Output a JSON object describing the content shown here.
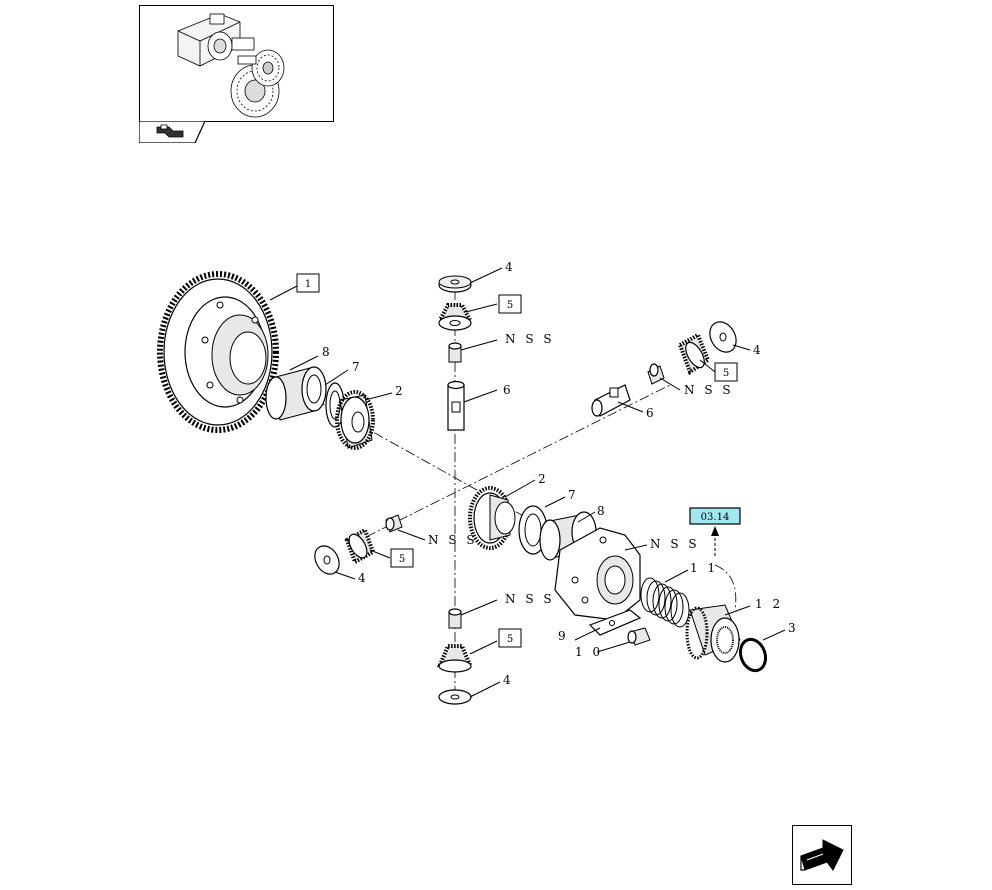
{
  "navigation": {
    "thumbnail_icon": "assembly-thumbnail-icon",
    "prev_icon": "back-arrow-icon",
    "next_icon": "next-page-arrow-icon"
  },
  "callouts": {
    "c1": "1",
    "c8a": "8",
    "c7a": "7",
    "c2a": "2",
    "c4top": "4",
    "c5top": "5",
    "nss_top": "N S S",
    "c6top": "6",
    "c4right": "4",
    "c5right": "5",
    "nss_right": "N S S",
    "c6right": "6",
    "c2b": "2",
    "c7b": "7",
    "c8b": "8",
    "nss_mid": "N S S",
    "nss_left": "N S S",
    "c5left": "5",
    "c4left": "4",
    "nss_bottom": "N S S",
    "c5bottom": "5",
    "c4bottom": "4",
    "c9": "9",
    "c10": "1 0",
    "c11": "1 1",
    "c12": "1 2",
    "c3": "3"
  },
  "reference": {
    "label": "03.14",
    "color": "#9fe8ef"
  }
}
